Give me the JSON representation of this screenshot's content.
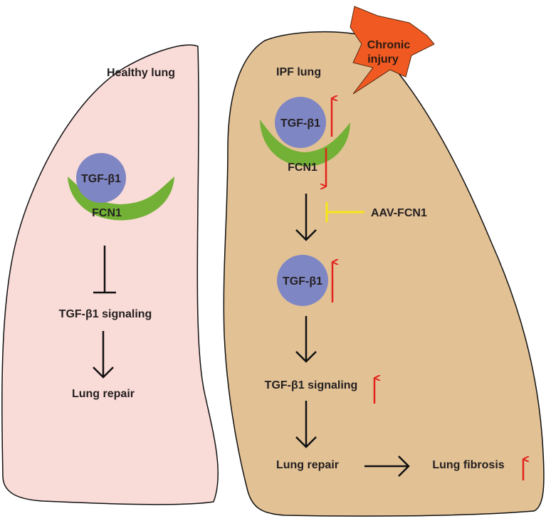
{
  "colors": {
    "healthy_lung_fill": "#f9dbd7",
    "ipf_lung_fill": "#e2c195",
    "outline": "#111111",
    "tgf_circle": "#7f86c4",
    "fcn1_cup": "#72b135",
    "increase_arrow": "#e3221c",
    "inhibitor_line": "#f7e619",
    "injury_burst": "#f05a22"
  },
  "icons": {
    "up_arrow": "red-up-arrow-icon",
    "down_arrow": "red-down-arrow-icon",
    "flow_arrow": "black-down-arrow-icon",
    "inhibit": "t-bar-inhibition-icon",
    "injury": "lightning-burst-icon"
  },
  "healthy": {
    "title": "Healthy lung",
    "tgf_label": "TGF-β1",
    "fcn1_label": "FCN1",
    "signaling": "TGF-β1 signaling",
    "repair": "Lung repair"
  },
  "ipf": {
    "title": "IPF lung",
    "injury_line1": "Chronic",
    "injury_line2": "injury",
    "tgf_label_complex": "TGF-β1",
    "fcn1_label": "FCN1",
    "inhibitor": "AAV-FCN1",
    "tgf_label_free": "TGF-β1",
    "signaling": "TGF-β1 signaling",
    "repair": "Lung repair",
    "fibrosis": "Lung fibrosis"
  }
}
